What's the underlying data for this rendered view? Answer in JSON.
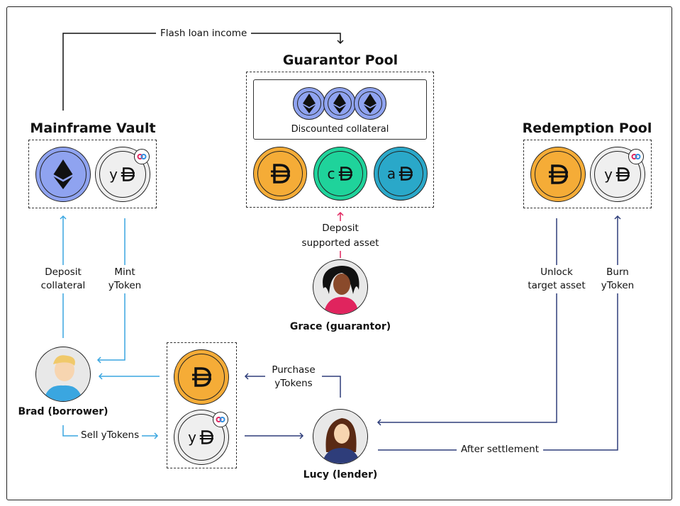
{
  "titles": {
    "guarantor_pool": "Guarantor Pool",
    "mainframe_vault": "Mainframe Vault",
    "redemption_pool": "Redemption Pool"
  },
  "guarantor_pool": {
    "discounted_label": "Discounted collateral",
    "coin_c": "c",
    "coin_a": "a"
  },
  "ytoken_prefix": "y",
  "flows": {
    "flash_loan_income": "Flash loan income",
    "deposit_supported_1": "Deposit",
    "deposit_supported_2": "supported asset",
    "deposit_collateral_1": "Deposit",
    "deposit_collateral_2": "collateral",
    "mint_ytoken_1": "Mint",
    "mint_ytoken_2": "yToken",
    "sell_ytokens": "Sell yTokens",
    "purchase_ytokens_1": "Purchase",
    "purchase_ytokens_2": "yTokens",
    "unlock_target_1": "Unlock",
    "unlock_target_2": "target asset",
    "burn_ytoken_1": "Burn",
    "burn_ytoken_2": "yToken",
    "after_settlement": "After settlement"
  },
  "people": {
    "grace": "Grace (guarantor)",
    "brad": "Brad (borrower)",
    "lucy": "Lucy (lender)"
  },
  "colors": {
    "eth": "#8fa3f0",
    "dai": "#f5ac37",
    "cdai": "#1fd39b",
    "adai": "#2aa8c9",
    "ytoken": "#efefef",
    "light_blue": "#3aa6e0",
    "dark_blue": "#2e3d7a",
    "pink": "#e0245e"
  }
}
